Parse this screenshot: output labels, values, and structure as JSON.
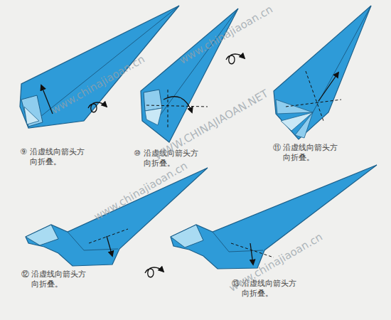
{
  "diagram": {
    "labels": [
      "⑨",
      "沿虚线向箭头方 向折叠。",
      "⑩",
      "沿虚线向箭头方 向折叠。",
      "⑪",
      "沿虚线向箭头方 向折叠。",
      "⑫",
      "沿虚线向箭头方 向折叠。",
      "⑬",
      "沿虚线向箭头方 向折叠。",
      "www.chinajiaoan.cn",
      "www.chinajiaoan.cn",
      "WWW.CHINAJIAOAN.NET",
      "www.chinajiaoan.cn",
      "www.chinajiaoan.cn"
    ]
  }
}
